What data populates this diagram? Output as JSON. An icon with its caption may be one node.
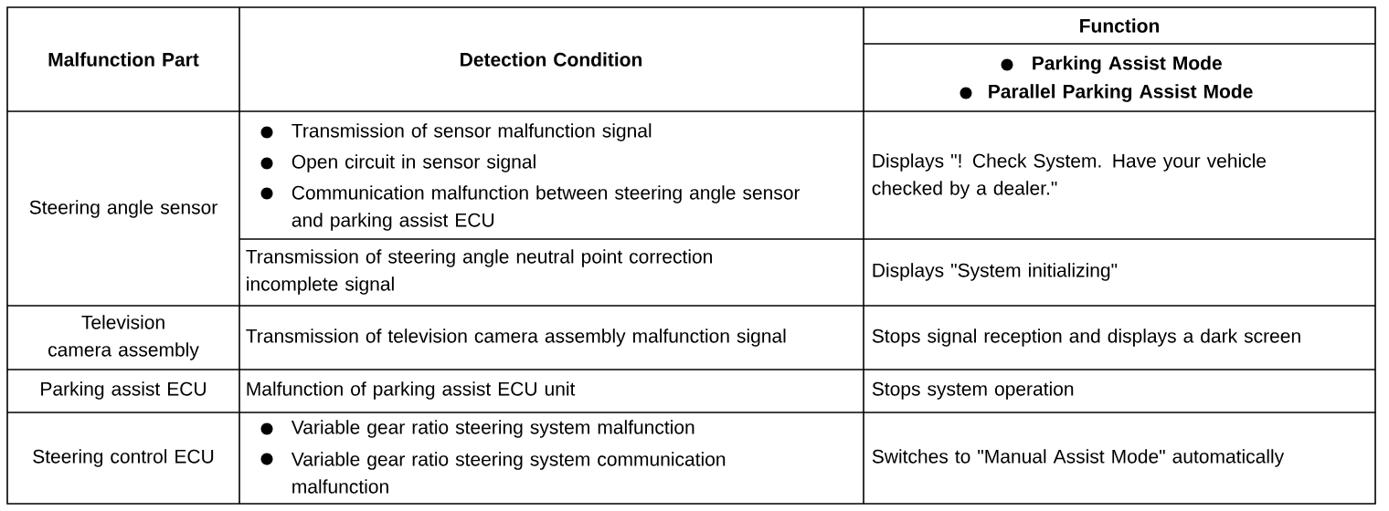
{
  "diagram": {
    "labels": [
      "Malfunction Part",
      "Detection Condition",
      "Function",
      "Parking Assist Mode",
      "Parallel Parking Assist Mode",
      "Steering angle sensor",
      "Transmission of sensor malfunction signal",
      "Open circuit in sensor signal",
      "Communication malfunction between steering angle sensor and parking assist ECU",
      "Displays \"! Check System. Have your vehicle checked by a dealer.\"",
      "Transmission of steering angle neutral point correction incomplete signal",
      "Displays \"System initializing\"",
      "Television camera assembly",
      "Transmission of television camera assembly malfunction signal",
      "Stops signal reception and displays a dark screen",
      "Parking assist ECU",
      "Malfunction of parking assist ECU unit",
      "Stops system operation",
      "Steering control ECU",
      "Variable gear ratio steering system malfunction",
      "Variable gear ratio steering system communication malfunction",
      "Switches to \"Manual Assist Mode\" automatically"
    ]
  }
}
